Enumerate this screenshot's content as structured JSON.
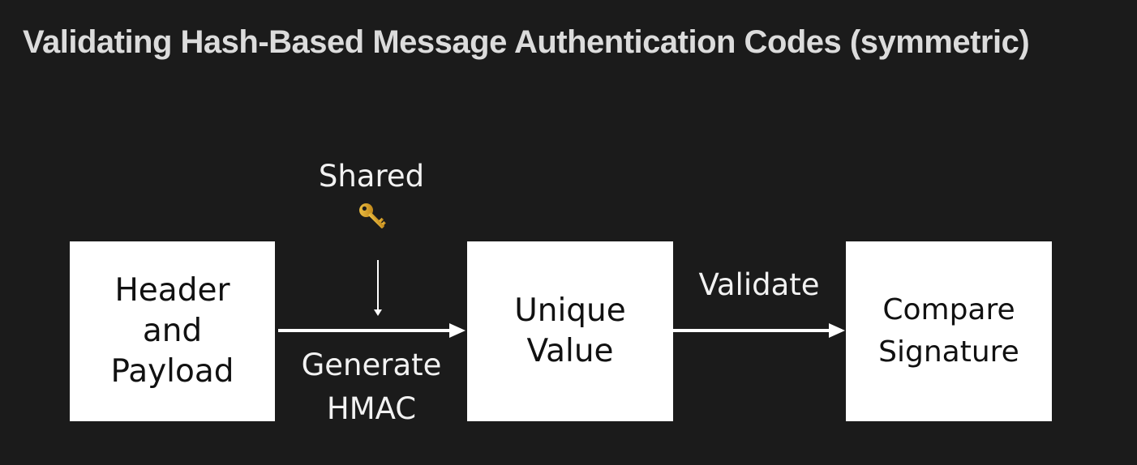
{
  "title": "Validating Hash-Based Message Authentication Codes (symmetric)",
  "diagram": {
    "boxes": [
      {
        "id": "header-payload",
        "lines": [
          "Header",
          "and",
          "Payload"
        ]
      },
      {
        "id": "unique-value",
        "lines": [
          "Unique",
          "Value"
        ]
      },
      {
        "id": "compare-signature",
        "lines": [
          "Compare",
          "Signature"
        ]
      }
    ],
    "shared_label": "Shared",
    "key_icon": "key-icon",
    "generate_label": [
      "Generate",
      "HMAC"
    ],
    "validate_label": "Validate"
  },
  "colors": {
    "background": "#1b1b1b",
    "title": "#dcdcdc",
    "box": "#ffffff",
    "text_on_box": "#111111",
    "label": "#f2f2f2",
    "key": "#d9a520"
  }
}
